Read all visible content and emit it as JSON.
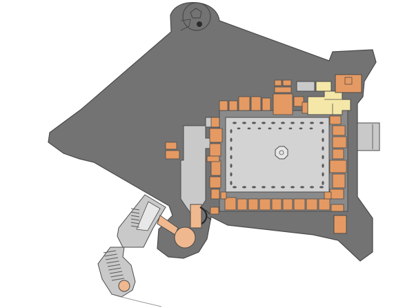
{
  "diagram": {
    "kind": "castle floor plan",
    "colors": {
      "background": "#ffffff",
      "enclosure": "#737373",
      "outline": "#4a4a4a",
      "courtyard": "#d3d3d3",
      "light_grey": "#c9c9c9",
      "room_orange": "#e59a63",
      "room_orange_light": "#f0b88e",
      "room_yellow": "#f5e7a8",
      "well": "#e6e6e6",
      "pillar": "#5a5a5a"
    },
    "pillar_count": 44,
    "room_count": 40
  }
}
